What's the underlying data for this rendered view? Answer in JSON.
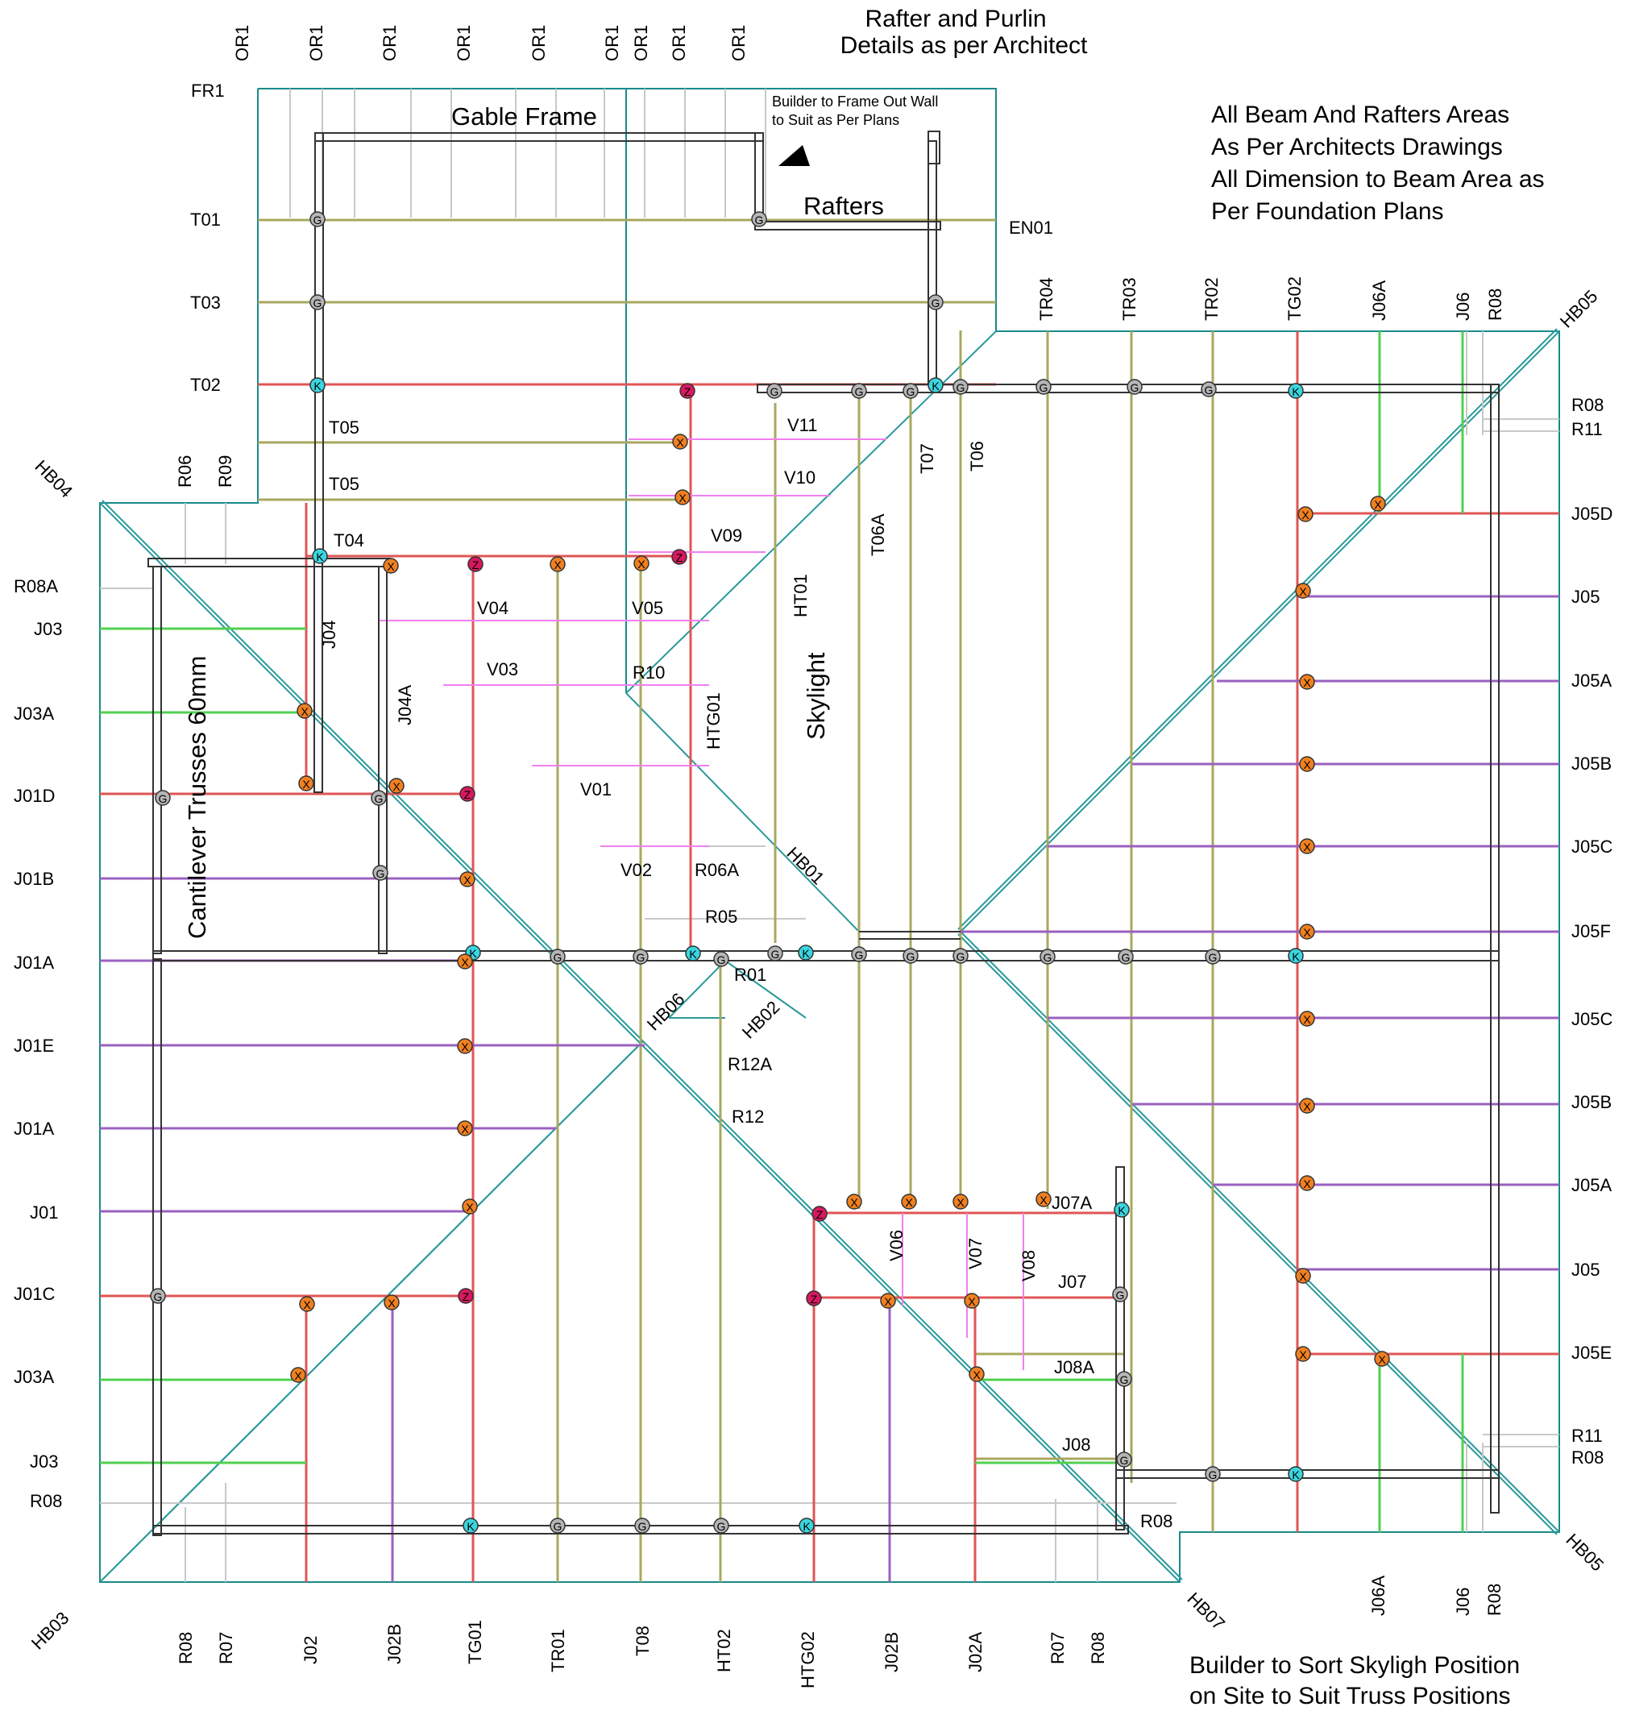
{
  "notes": {
    "rafter_purlin_line1": "Rafter and Purlin",
    "rafter_purlin_line2": "Details as per Architect",
    "beam_line1": "All Beam And Rafters Areas",
    "beam_line2": "As Per Architects Drawings",
    "beam_line3": "All Dimension to Beam Area as",
    "beam_line4": "Per Foundation Plans",
    "builder_frame_line1": "Builder to Frame Out Wall",
    "builder_frame_line2": "to Suit as Per Plans",
    "skylight_line1": "Builder to Sort Skyligh Position",
    "skylight_line2": "on Site to Suit Truss Positions",
    "gable_frame": "Gable Frame",
    "rafters": "Rafters",
    "cantilever": "Cantilever Trusses 60mm",
    "skylight": "Skylight"
  },
  "top_labels": [
    "OR1",
    "OR1",
    "OR1",
    "OR1",
    "OR1",
    "OR1",
    "OR1",
    "OR1",
    "OR1"
  ],
  "fr1": "FR1",
  "left_labels": [
    "T01",
    "T03",
    "T02",
    "R08A",
    "J03",
    "J03A",
    "J01D",
    "J01B",
    "J01A",
    "J01E",
    "J01A",
    "J01",
    "J01C",
    "J03A",
    "J03",
    "R08"
  ],
  "right_labels": [
    "R08",
    "R11",
    "J05D",
    "J05",
    "J05A",
    "J05B",
    "J05C",
    "J05F",
    "J05C",
    "J05B",
    "J05A",
    "J05",
    "J05E",
    "R11",
    "R08"
  ],
  "bottom_labels": [
    "R08",
    "R07",
    "J02",
    "J02B",
    "TG01",
    "TR01",
    "T08",
    "HT02",
    "HTG02",
    "J02B",
    "J02A",
    "R07",
    "R08"
  ],
  "upper_right_labels": [
    "TR04",
    "TR03",
    "TR02",
    "TG02",
    "J06A",
    "J06",
    "R08",
    "HB05"
  ],
  "lower_right_labels": [
    "J06A",
    "J06",
    "R08",
    "HB05"
  ],
  "corner_labels": {
    "hb04": "HB04",
    "hb03": "HB03",
    "hb07": "HB07",
    "r06": "R06",
    "r09": "R09",
    "en01": "EN01"
  },
  "inner_labels": {
    "t05a": "T05",
    "t05b": "T05",
    "t04": "T04",
    "v11": "V11",
    "v10": "V10",
    "v09": "V09",
    "v04": "V04",
    "v05": "V05",
    "v03": "V03",
    "r10": "R10",
    "v01": "V01",
    "v02": "V02",
    "r06a": "R06A",
    "r05": "R05",
    "hb01": "HB01",
    "r01": "R01",
    "hb06": "HB06",
    "hb02": "HB02",
    "r12a": "R12A",
    "r12": "R12",
    "j07a": "J07A",
    "j07": "J07",
    "j08a": "J08A",
    "j08": "J08",
    "r08_inner": "R08",
    "v06": "V06",
    "v07": "V07",
    "v08": "V08",
    "t07": "T07",
    "t06": "T06",
    "t06a": "T06A",
    "ht01": "HT01",
    "htg01": "HTG01",
    "j04": "J04",
    "j04a": "J04A"
  },
  "connector_types": {
    "G": "G",
    "K": "K",
    "X": "X",
    "Z": "Z"
  },
  "colors": {
    "outline": "#1a8a8a",
    "truss": "#a8a860",
    "girder": "#e05555",
    "jack": "#9a60c0",
    "green_jack": "#50d050",
    "magenta": "#f080f0",
    "rafter_grey": "#b8b8b8",
    "beam": "#333333",
    "hip": "#2a9a9a",
    "cyan": "#40d0e0",
    "g_fill": "#b5b5b5",
    "k_fill": "#3ad6e0",
    "x_fill": "#f08020",
    "z_fill": "#d81860"
  }
}
